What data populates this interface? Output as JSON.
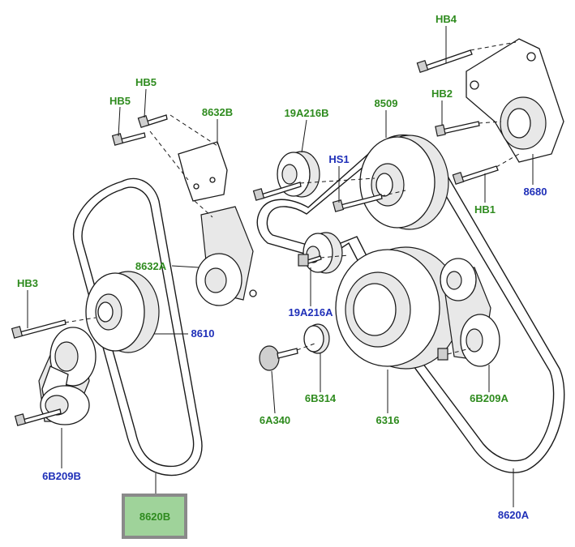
{
  "labels": {
    "hb4": "HB4",
    "hb2": "HB2",
    "hb5_top": "HB5",
    "hb5_left": "HB5",
    "p8632b": "8632B",
    "p19a216b": "19A216B",
    "p8509": "8509",
    "hs1": "HS1",
    "p8680": "8680",
    "hb1": "HB1",
    "hb3": "HB3",
    "p8632a": "8632A",
    "p19a216a": "19A216A",
    "p8610": "8610",
    "p6b209a": "6B209A",
    "p6b314": "6B314",
    "p6a340": "6A340",
    "p6316": "6316",
    "p6b209b": "6B209B",
    "p8620b": "8620B",
    "p8620a": "8620A"
  },
  "colors": {
    "green_label": "#2e8b1e",
    "blue_label": "#1f2fb8",
    "highlight_fill": "#9fd39a",
    "highlight_border": "#8a8a8a"
  }
}
